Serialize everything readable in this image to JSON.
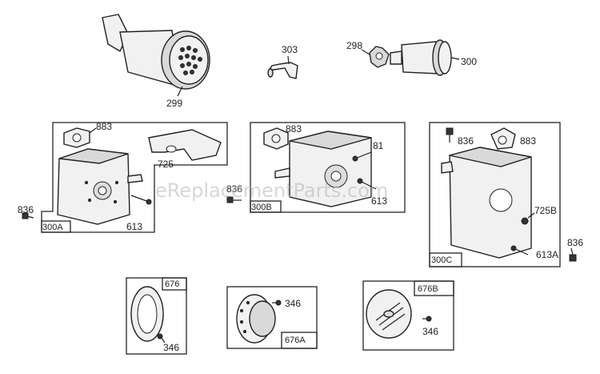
{
  "watermark": "eReplacementParts.com",
  "labels": {
    "p299": "299",
    "p303": "303",
    "p298": "298",
    "p300": "300",
    "g1_883": "883",
    "g1_725": "725",
    "g1_836": "836",
    "g1_613": "613",
    "g1_tag": "300A",
    "g2_883": "883",
    "g2_81": "81",
    "g2_836": "836",
    "g2_613": "613",
    "g2_tag": "300B",
    "g3_836a": "836",
    "g3_883": "883",
    "g3_725b": "725B",
    "g3_613a": "613A",
    "g3_836b": "836",
    "g3_tag": "300C",
    "h1_tag": "676",
    "h1_346": "346",
    "h2_346": "346",
    "h2_tag": "676A",
    "h3_tag": "676B",
    "h3_346": "346"
  }
}
